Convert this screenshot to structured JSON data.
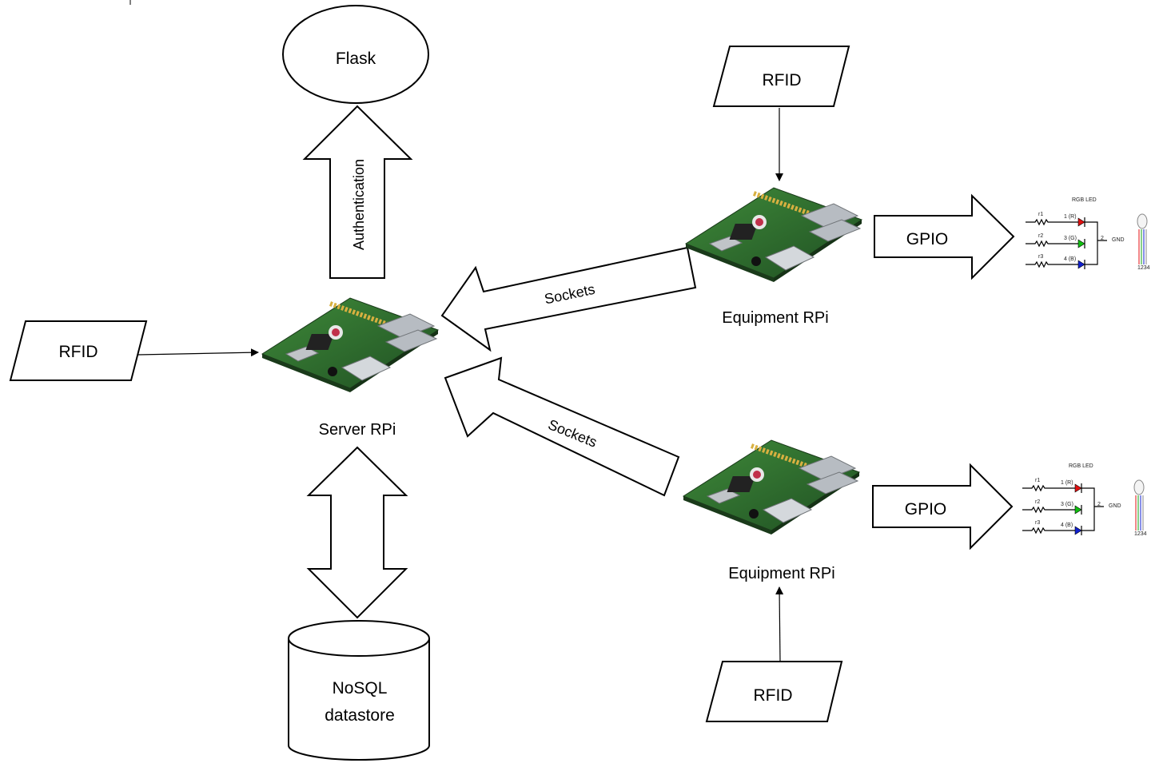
{
  "nodes": {
    "flask": "Flask",
    "rfid_left": "RFID",
    "rfid_top": "RFID",
    "rfid_bottom": "RFID",
    "server": "Server RPi",
    "equipment_top": "Equipment RPi",
    "equipment_bottom": "Equipment RPi",
    "datastore_line1": "NoSQL",
    "datastore_line2": "datastore"
  },
  "arrows": {
    "authentication": "Authentication",
    "sockets_top": "Sockets",
    "sockets_bottom": "Sockets",
    "gpio_top": "GPIO",
    "gpio_bottom": "GPIO"
  },
  "led_schematic": {
    "title": "RGB LED",
    "r1": "r1",
    "r2": "r2",
    "r3": "r3",
    "pin1": "1 (R)",
    "pin3": "3 (G)",
    "pin4": "4 (B)",
    "pin2": "2",
    "gnd": "GND",
    "part": "1234"
  },
  "colors": {
    "board_green": "#2f6b2f",
    "led_red": "#e01010",
    "led_green": "#10c010",
    "led_blue": "#1020d0"
  }
}
